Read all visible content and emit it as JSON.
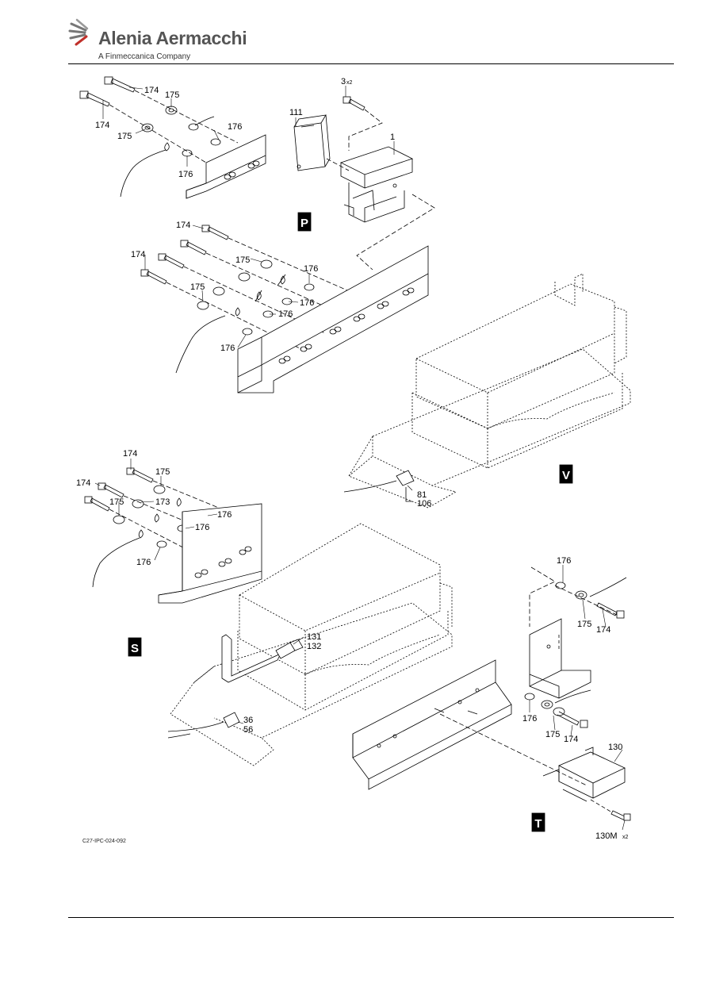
{
  "header": {
    "brand": "Alenia Aermacchi",
    "subtitle": "A Finmeccanica Company"
  },
  "figure": {
    "reference": "C27-IPC-024-092",
    "views": {
      "p": "P",
      "v": "V",
      "s": "S",
      "t": "T"
    },
    "callouts": {
      "p_174a": "174",
      "p_174b": "174",
      "p_175a": "175",
      "p_175b": "175",
      "p_176a": "176",
      "p_176b": "176",
      "p_3": "3",
      "p_3_qty": "x2",
      "p_111": "111",
      "p_1": "1",
      "m_174a": "174",
      "m_174b": "174",
      "m_175a": "175",
      "m_175b": "175",
      "m_176a": "176",
      "m_176b": "176",
      "m_176c": "176",
      "m_176d": "176",
      "v_81": "81",
      "v_106": "106",
      "s_174a": "174",
      "s_174b": "174",
      "s_175a": "175",
      "s_175b": "175",
      "s_173": "173",
      "s_176a": "176",
      "s_176b": "176",
      "s_176c": "176",
      "s_131": "131",
      "s_132": "132",
      "s_36": "36",
      "s_56": "56",
      "t_176a": "176",
      "t_175a": "175",
      "t_174a": "174",
      "t_176b": "176",
      "t_175b": "175",
      "t_174b": "174",
      "t_130": "130",
      "t_130m": "130M",
      "t_130m_qty": "x2"
    }
  }
}
